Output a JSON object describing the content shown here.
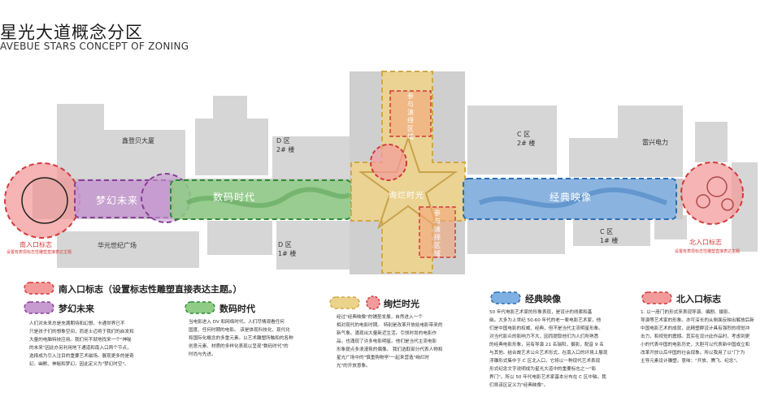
{
  "title": {
    "cn": "星光大道概念分区",
    "en": "AVEBUE STARS CONCEPT OF ZONING"
  },
  "map": {
    "building_labels": {
      "sanxing": "鑫登贝大厦",
      "d_zone_top": "D 区",
      "d_zone_top_bld": "2# 楼",
      "c_zone_top": "C 区",
      "c_zone_top_bld": "2# 楼",
      "leixing": "雷兴电力",
      "huayuan": "华元世纪广场",
      "d_zone_bottom": "D 区",
      "d_zone_bottom_bld": "1# 楼",
      "c_zone_bottom": "C 区",
      "c_zone_bottom_bld": "1# 楼"
    },
    "zone_labels": {
      "dream": "梦幻未来",
      "digital": "数码时代",
      "brilliant": "绚烂时光",
      "classic": "经典映像"
    },
    "participation_area": "参与演绎区域",
    "south_entrance": "南入口标志",
    "south_entrance_sub": "设置有表现标志性雕塑直接表达主题",
    "north_entrance": "北入口标志",
    "north_entrance_sub": "设置有表现标志性雕塑直接表达主题"
  },
  "legend": {
    "south": "南入口标志（设置标志性雕塑直接表达主题。）",
    "dream": "梦幻未来",
    "digital": "数码时代",
    "brilliant": "绚烂时光",
    "classic": "经典映像",
    "north": "北入口标志"
  },
  "descriptions": {
    "dream": [
      "人们对未来总是充满期待和幻想。卡通世界已不",
      "只是孩子们的想象空间，而逐士迈将于我们的启发和",
      "大量的电脑特技应用。我们何不就地找来一个\"神秘",
      "的未来\"因此亦另利用地下通道和南入口两个节点，",
      "选择成为引入注目的重要艺术磁场。展现更多的是奇",
      "幻、幽默、神秘和梦幻，因此定义为\"梦幻时空\"。"
    ],
    "digital": [
      "当电影进入 DV 和网络时代。人们尽情观看任何",
      "国度、任何时期的电影。 该是体现科技化、现代化",
      "和国际化概念的多重元素。以艺术雕塑所触和的各种",
      "创意元素、材质的多样化表现以呈现\"数码时代\"的",
      "时尚与先进。"
    ],
    "brilliant": [
      "经过\"经典映像\"的铺垫发展，自然进入一个",
      "相对现代的电影时期。 特别是改革开放给电影带来的",
      "新气象。涌现出大量新近生活。引领时尚的电影作",
      "品，也涌现了许多电影明星。他们是当代主流电影",
      "形象提点多浪漫氛的偶像。 我们选取部分代表人物和",
      "星光广场中的\"慎重购物亭\"一起来营造\"绚烂时",
      "光\"的开放意象。"
    ],
    "classic": [
      "50 年代电影艺术家的形象表现，是设计的线索和基",
      "础。大多为上世纪 50-60 年代的老一辈电影艺术家，他",
      "们是中国电影的权威、经典，但不是当代主流明星形象。",
      "对当代影众的影响力不大，因而提取他们为人们所熟悉",
      "的经典电影形象，另有导演 21 名瑞阳，摄影，配音 9 名",
      "与其他。结合故艺术公众艺术形式，在南入口的环境上展现",
      "浮雕形式集中于 C 区北入口，它将以一种现代艺术表现",
      "形式纪念文字说明成为星光大道中的重要标志之一\"影",
      "界门\"。所以 50 年代电影艺术家基本分布在 C 区中轴，我",
      "们将该区定义为\"经典映像\"。"
    ],
    "north": [
      "1. 以一座门的形式来表现导演、编剧、摄影、",
      "导演等艺术家的形象。亦可深长的从侧面反映出解放后新",
      "中国电影艺术的成就，此精塑群设计具有强烈的视觉冲",
      "击力，和视觉的震撼。其实在设计此作品时，考虑到更",
      "小的代表中国的电影历史，大胆可以代表新中国成立和",
      "改革开放以后中国的社会现象。所以我用了以\"门\"为",
      "主导元素设计雕塑。意味：\"开放、腾飞、纪念\"。"
    ]
  },
  "colors": {
    "south_red": "#e05555",
    "dream_purple": "#b87ec6",
    "digital_green": "#4aa34e",
    "brilliant_yellow": "#e7c86b",
    "classic_blue": "#4b8fd6",
    "building_gray": "#d5d5d5"
  }
}
